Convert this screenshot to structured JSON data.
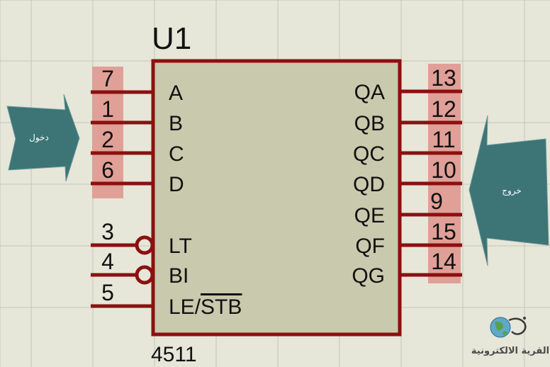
{
  "component": {
    "ref": "U1",
    "part": "4511",
    "colors": {
      "body_fill": "#c9c9ad",
      "outline": "#8b1010",
      "pin_bg": "#e0a097",
      "background": "#e6e6d9",
      "grid": "#c6c6b6",
      "arrow": "#3d7476"
    }
  },
  "left_pins": [
    {
      "number": "7",
      "label": "A",
      "inverted": false
    },
    {
      "number": "1",
      "label": "B",
      "inverted": false
    },
    {
      "number": "2",
      "label": "C",
      "inverted": false
    },
    {
      "number": "6",
      "label": "D",
      "inverted": false
    },
    {
      "number": "3",
      "label": "LT",
      "inverted": true
    },
    {
      "number": "4",
      "label": "BI",
      "inverted": true
    },
    {
      "number": "5",
      "label": "LE/",
      "label_overline": "STB",
      "inverted": false
    }
  ],
  "right_pins": [
    {
      "number": "13",
      "label": "QA"
    },
    {
      "number": "12",
      "label": "QB"
    },
    {
      "number": "11",
      "label": "QC"
    },
    {
      "number": "10",
      "label": "QD"
    },
    {
      "number": "9",
      "label": "QE"
    },
    {
      "number": "15",
      "label": "QF"
    },
    {
      "number": "14",
      "label": "QG"
    }
  ],
  "arrows": {
    "input_label": "دخول",
    "output_label": "خروج"
  },
  "logo": {
    "text": "القرية الالكترونية",
    "icon": "globe-icon"
  }
}
